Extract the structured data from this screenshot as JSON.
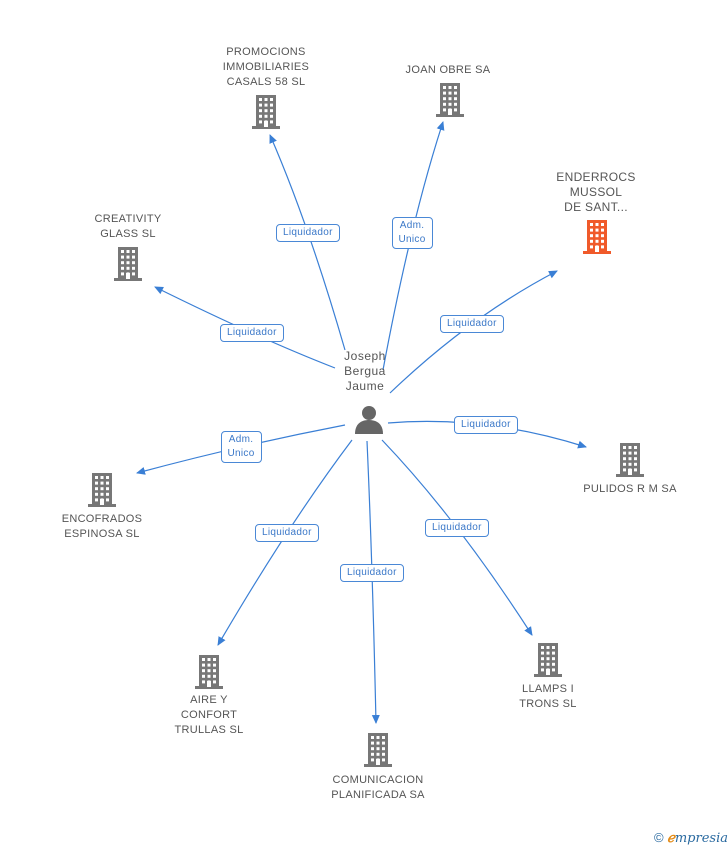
{
  "center": {
    "name": "Joseph\nBergua\nJaume"
  },
  "nodes": [
    {
      "id": "promocions",
      "label": "PROMOCIONS\nIMMOBILIARIES\nCASALS 58 SL",
      "color": "#777777"
    },
    {
      "id": "joan",
      "label": "JOAN OBRE SA",
      "color": "#777777"
    },
    {
      "id": "enderrocs",
      "label": "ENDERROCS\nMUSSOL\nDE SANT...",
      "color": "#f05a2a"
    },
    {
      "id": "creativity",
      "label": "CREATIVITY\nGLASS SL",
      "color": "#777777"
    },
    {
      "id": "pulidos",
      "label": "PULIDOS R M SA",
      "color": "#777777"
    },
    {
      "id": "encofrados",
      "label": "ENCOFRADOS\nESPINOSA SL",
      "color": "#777777"
    },
    {
      "id": "aire",
      "label": "AIRE Y\nCONFORT\nTRULLAS SL",
      "color": "#777777"
    },
    {
      "id": "comunicacion",
      "label": "COMUNICACION\nPLANIFICADA SA",
      "color": "#777777"
    },
    {
      "id": "llamps",
      "label": "LLAMPS I\nTRONS SL",
      "color": "#777777"
    }
  ],
  "edges": [
    {
      "to": "promocions",
      "label": "Liquidador"
    },
    {
      "to": "joan",
      "label": "Adm.\nUnico"
    },
    {
      "to": "enderrocs",
      "label": "Liquidador"
    },
    {
      "to": "creativity",
      "label": "Liquidador"
    },
    {
      "to": "pulidos",
      "label": "Liquidador"
    },
    {
      "to": "encofrados",
      "label": "Adm.\nUnico"
    },
    {
      "to": "aire",
      "label": "Liquidador"
    },
    {
      "to": "comunicacion",
      "label": "Liquidador"
    },
    {
      "to": "llamps",
      "label": "Liquidador"
    }
  ],
  "colors": {
    "edge": "#3a7fd5",
    "building": "#777777",
    "highlight": "#f05a2a",
    "person": "#666666"
  },
  "footer": {
    "copyright": "©",
    "brand_e": "ℯ",
    "brand_rest": "mpresia"
  }
}
